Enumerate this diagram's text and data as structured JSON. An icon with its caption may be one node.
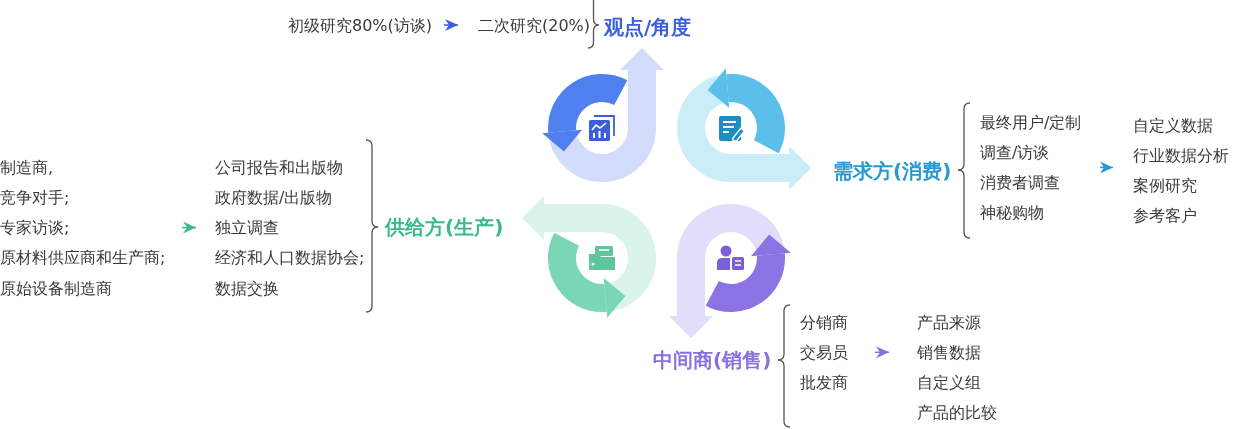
{
  "diagram": {
    "nodes": [
      {
        "text": [
          "初级研究80%(访谈)"
        ]
      },
      {
        "text": [
          "二次研究(20%)"
        ]
      },
      {
        "text": [
          "最终用户/定制",
          "调查/访谈",
          "消费者调查",
          "神秘购物"
        ]
      },
      {
        "text": [
          "自定义数据",
          "行业数据分析",
          "案例研究",
          "参考客户"
        ]
      },
      {
        "text": [
          "制造商,",
          "竞争对手;",
          "专家访谈;",
          "原材料供应商和生产商;",
          "原始设备制造商"
        ]
      },
      {
        "text": [
          "公司报告和出版物",
          "政府数据/出版物",
          "独立调查",
          "经济和人口数据协会;",
          "数据交换"
        ]
      },
      {
        "text": [
          "分销商",
          "交易员",
          "批发商"
        ]
      },
      {
        "text": [
          "产品来源",
          "销售数据",
          "自定义组",
          "产品的比较"
        ]
      }
    ],
    "edges": [
      {
        "from": 0,
        "to": 1,
        "arrow": "to",
        "color": "#3c5fdc"
      },
      {
        "from": 2,
        "to": 3,
        "arrow": "to",
        "color": "#2799cf"
      },
      {
        "from": 4,
        "to": 5,
        "arrow": "to",
        "color": "#3bb98b"
      },
      {
        "from": 6,
        "to": 7,
        "arrow": "to",
        "color": "#8a6fdf"
      }
    ],
    "labels": [
      "观点/角度",
      "需求方(消费)",
      "供给方(生产)",
      "中间商(销售)"
    ]
  }
}
